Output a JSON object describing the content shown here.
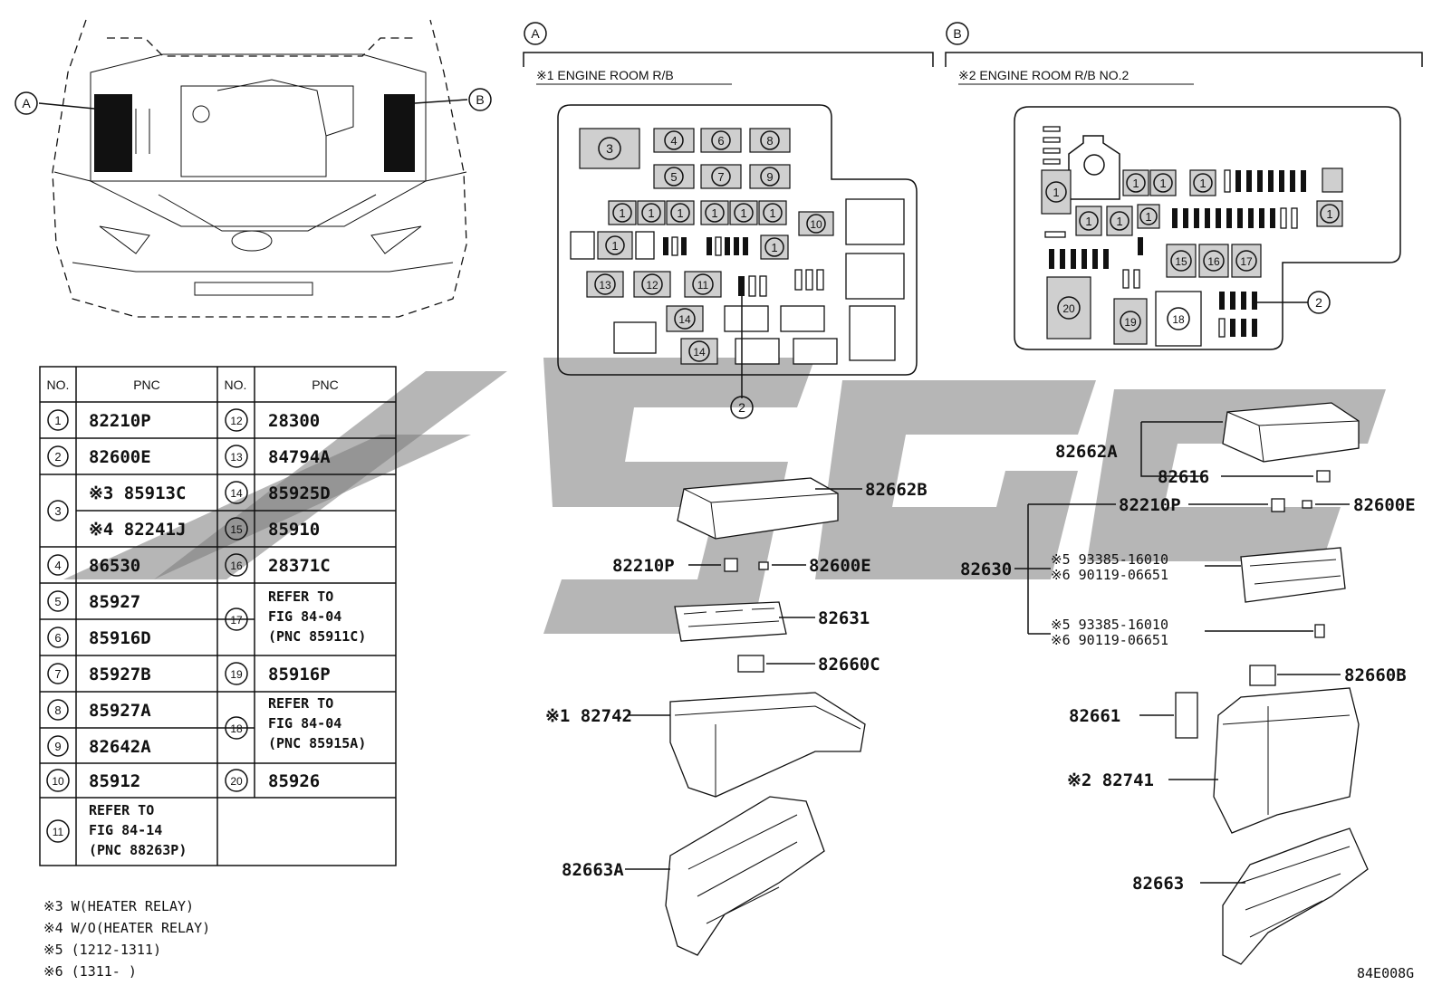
{
  "callouts": {
    "a": "A",
    "b": "B",
    "two": "2"
  },
  "boxes": {
    "a_title": "※1 ENGINE ROOM R/B",
    "b_title": "※2 ENGINE ROOM R/B NO.2"
  },
  "table": {
    "headers": {
      "no": "NO.",
      "pnc": "PNC"
    },
    "left": [
      {
        "no": "1",
        "pnc": "82210P"
      },
      {
        "no": "2",
        "pnc": "82600E"
      },
      {
        "no": "3",
        "pnc": "※3 85913C",
        "pnc2": "※4 82241J"
      },
      {
        "no": "4",
        "pnc": "86530"
      },
      {
        "no": "5",
        "pnc": "85927"
      },
      {
        "no": "6",
        "pnc": "85916D"
      },
      {
        "no": "7",
        "pnc": "85927B"
      },
      {
        "no": "8",
        "pnc": "85927A"
      },
      {
        "no": "9",
        "pnc": "82642A"
      },
      {
        "no": "10",
        "pnc": "85912"
      },
      {
        "no": "11",
        "pnc": "REFER TO",
        "pnc2": "FIG 84-14",
        "pnc3": "(PNC 88263P)"
      }
    ],
    "right": [
      {
        "no": "12",
        "pnc": "28300"
      },
      {
        "no": "13",
        "pnc": "84794A"
      },
      {
        "no": "14",
        "pnc": "85925D"
      },
      {
        "no": "15",
        "pnc": "85910"
      },
      {
        "no": "16",
        "pnc": "28371C"
      },
      {
        "no": "17",
        "pnc": "REFER TO",
        "pnc2": "FIG 84-04",
        "pnc3": "(PNC 85911C)"
      },
      {
        "no": "19",
        "pnc": "85916P"
      },
      {
        "no": "18",
        "pnc": "REFER TO",
        "pnc2": "FIG 84-04",
        "pnc3": "(PNC 85915A)"
      },
      {
        "no": "20",
        "pnc": "85926"
      }
    ]
  },
  "notes": [
    "※3 W(HEATER RELAY)",
    "※4 W/O(HEATER RELAY)",
    "※5 (1212-1311)",
    "※6 (1311-      )"
  ],
  "parts_a": {
    "cover": "82662B",
    "relay": "82210P",
    "clip": "82600E",
    "block": "82631",
    "connector": "82660C",
    "box": "※1 82742",
    "bracket": "82663A"
  },
  "parts_b": {
    "cover": "82662A",
    "cover_clip": "82616",
    "relay": "82210P",
    "clip": "82600E",
    "assy": "82630",
    "bolt1a": "※5 93385-16010",
    "bolt1b": "※6 90119-06651",
    "bolt2a": "※5 93385-16010",
    "bolt2b": "※6 90119-06651",
    "connector": "82660B",
    "holder": "82661",
    "box": "※2 82741",
    "bracket": "82663"
  },
  "figure_code": "84E008G"
}
